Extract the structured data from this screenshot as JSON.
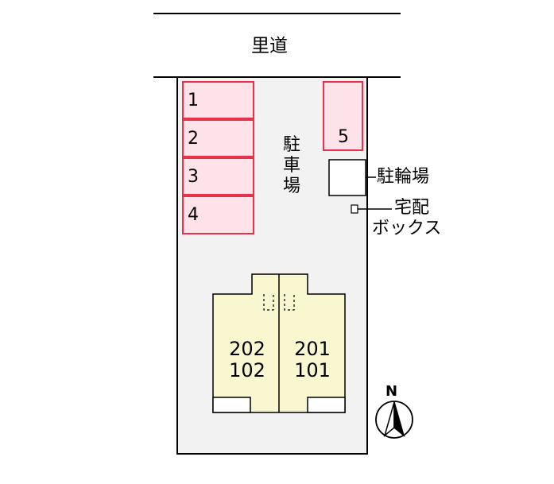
{
  "road": {
    "label": "里道"
  },
  "parking": {
    "label_chars": [
      "駐",
      "車",
      "場"
    ],
    "spaces": [
      "1",
      "2",
      "3",
      "4",
      "5"
    ]
  },
  "bike_parking": {
    "label": "駐輪場"
  },
  "delivery_box": {
    "line1": "宅配",
    "line2": "ボックス"
  },
  "building": {
    "units": [
      {
        "upper": "202",
        "lower": "102"
      },
      {
        "upper": "201",
        "lower": "101"
      }
    ]
  },
  "compass": {
    "label": "N"
  },
  "colors": {
    "site_fill": "#f2f2f2",
    "parking_fill": "#fde2ea",
    "parking_stroke": "#e8304a",
    "building_fill": "#f9f7cf",
    "outline": "#000000"
  }
}
